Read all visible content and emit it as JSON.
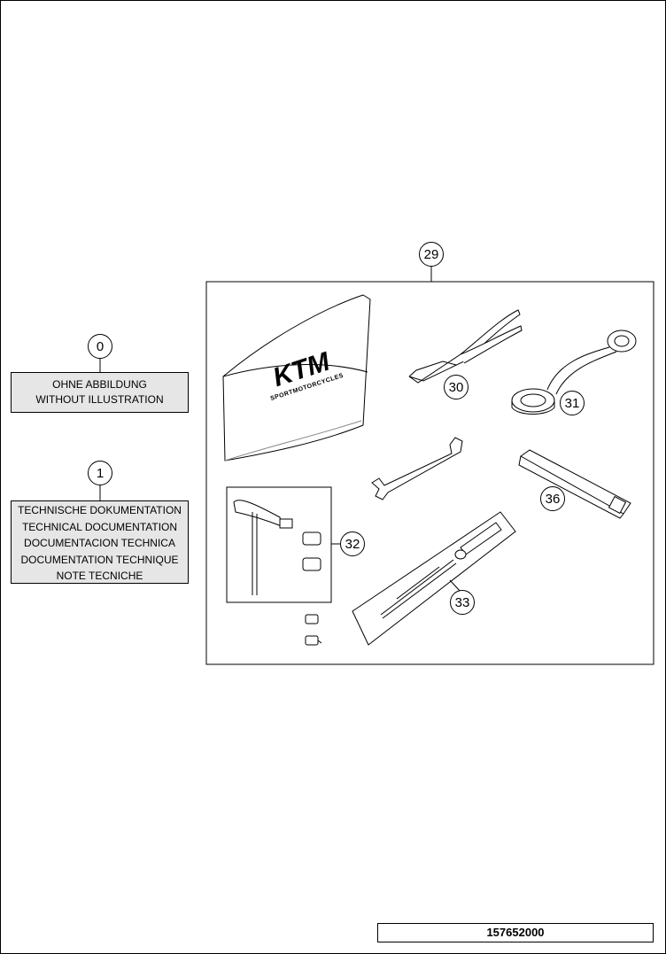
{
  "callouts": {
    "c0": "0",
    "c1": "1",
    "c29": "29",
    "c30": "30",
    "c31": "31",
    "c32": "32",
    "c33": "33",
    "c36": "36"
  },
  "notes": {
    "without_illustration": [
      "OHNE ABBILDUNG",
      "WITHOUT ILLUSTRATION"
    ],
    "technical_documentation": [
      "TECHNISCHE DOKUMENTATION",
      "TECHNICAL DOCUMENTATION",
      "DOCUMENTACION TECHNICA",
      "DOCUMENTATION TECHNIQUE",
      "NOTE TECNICHE"
    ]
  },
  "logo": {
    "brand": "KTM",
    "tagline": "SPORTMOTORCYCLES"
  },
  "drawing_number": "157652000",
  "colors": {
    "line": "#000000",
    "note_fill": "#e6e6e6",
    "background": "#ffffff"
  }
}
